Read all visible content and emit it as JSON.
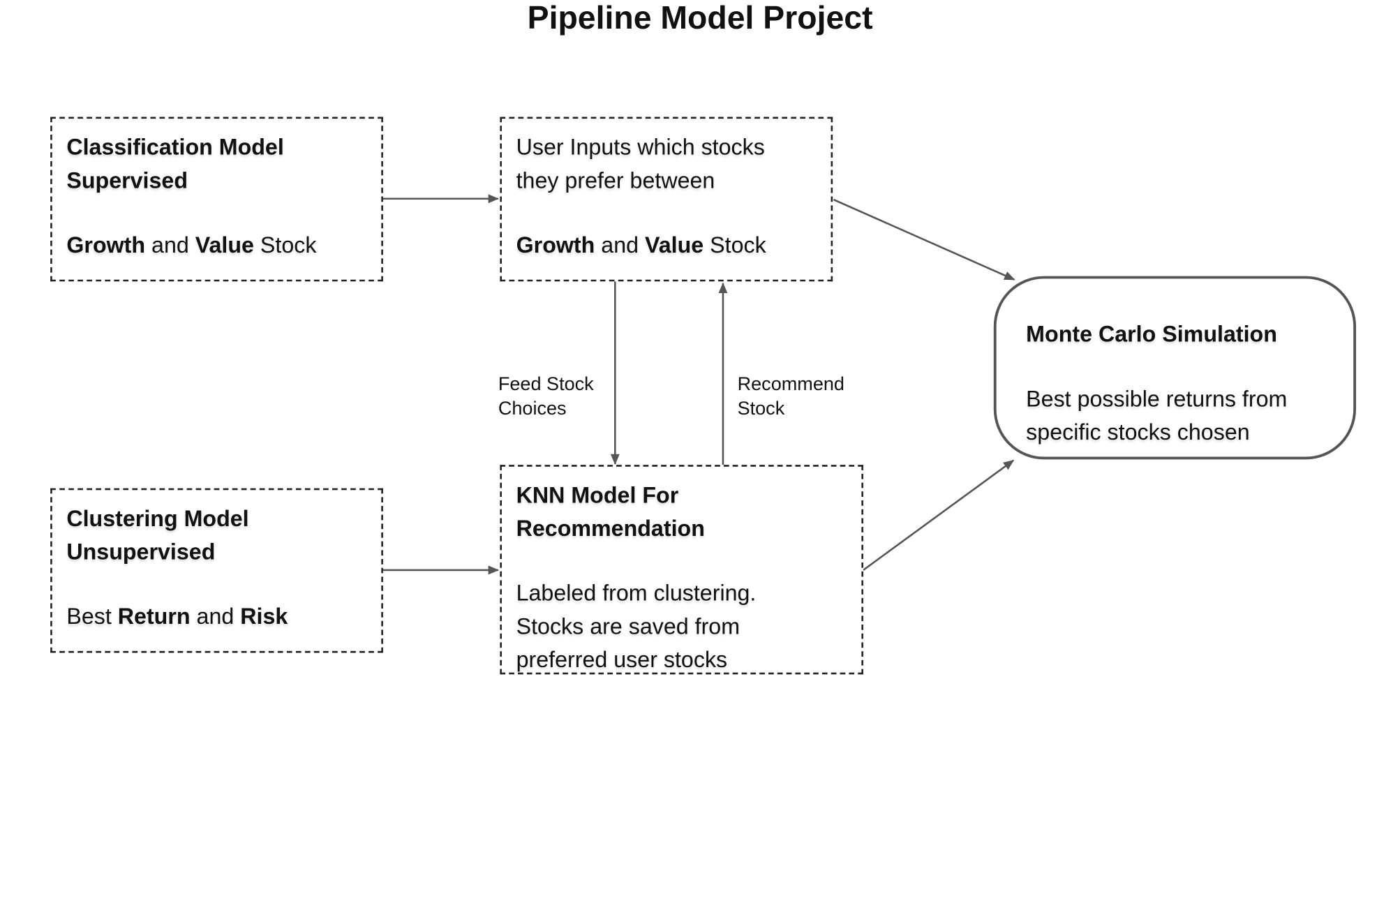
{
  "title": "Pipeline Model Project",
  "nodes": {
    "classification": {
      "heading_line1": "Classification Model",
      "heading_line2": "Supervised",
      "growth": "Growth",
      "and": "and",
      "value": "Value",
      "stock": "Stock"
    },
    "user_inputs": {
      "line1": "User Inputs which stocks",
      "line2": "they prefer between",
      "growth": "Growth",
      "and": "and",
      "value": "Value",
      "stock": "Stock"
    },
    "clustering": {
      "heading_line1": "Clustering Model",
      "heading_line2": "Unsupervised",
      "best": "Best",
      "return": "Return",
      "and": "and",
      "risk": "Risk"
    },
    "knn": {
      "heading_line1": "KNN Model For",
      "heading_line2": "Recommendation",
      "line1": "Labeled from clustering.",
      "line2": "Stocks are saved from",
      "line3": "preferred user stocks"
    },
    "monte_carlo": {
      "heading": "Monte Carlo Simulation",
      "line1": "Best possible returns from",
      "line2": "specific stocks chosen"
    }
  },
  "edge_labels": {
    "feed": {
      "line1": "Feed Stock",
      "line2": "Choices"
    },
    "recommend": {
      "line1": "Recommend",
      "line2": "Stock"
    }
  },
  "colors": {
    "arrow": "#555555",
    "box_border": "#222222",
    "rounded_border": "#555555"
  }
}
